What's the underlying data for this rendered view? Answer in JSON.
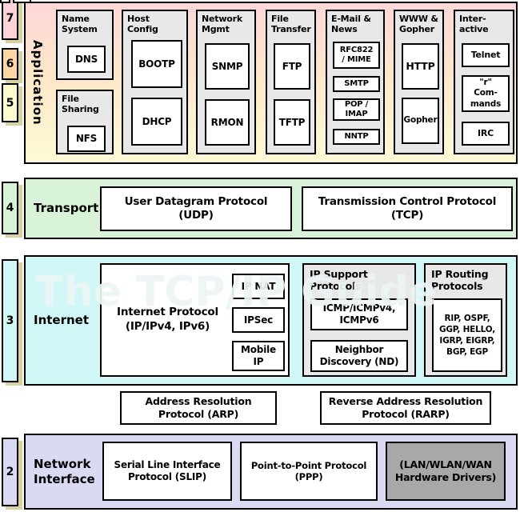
{
  "watermark": "The TCP/IP Guide",
  "badges": {
    "b7": "7",
    "b6": "6",
    "b5": "5",
    "b4": "4",
    "b3": "3",
    "b2": "2"
  },
  "application": {
    "label": "Application",
    "groups": {
      "name_system": {
        "title": "Name\nSystem",
        "dns": "DNS"
      },
      "file_sharing": {
        "title": "File\nSharing",
        "nfs": "NFS"
      },
      "host_config": {
        "title": "Host\nConfig",
        "bootp": "BOOTP",
        "dhcp": "DHCP"
      },
      "network_mgmt": {
        "title": "Network\nMgmt",
        "snmp": "SNMP",
        "rmon": "RMON"
      },
      "file_transfer": {
        "title": "File\nTransfer",
        "ftp": "FTP",
        "tftp": "TFTP"
      },
      "email_news": {
        "title": "E-Mail &\nNews",
        "rfc822": "RFC822\n/ MIME",
        "smtp": "SMTP",
        "pop_imap": "POP /\nIMAP",
        "nntp": "NNTP"
      },
      "www_gopher": {
        "title": "WWW &\nGopher",
        "http": "HTTP",
        "gopher": "Gopher"
      },
      "interactive": {
        "title": "Inter-\nactive",
        "telnet": "Telnet",
        "r_commands": "\"r\"\nCom-\nmands",
        "irc": "IRC"
      }
    }
  },
  "transport": {
    "label": "Transport",
    "udp": "User Datagram Protocol\n(UDP)",
    "tcp": "Transmission Control Protocol\n(TCP)"
  },
  "internet": {
    "label": "Internet",
    "ip": {
      "title": "Internet Protocol\n(IP/IPv4, IPv6)",
      "ip_nat": "IP NAT",
      "ipsec": "IPSec",
      "mobile_ip": "Mobile\nIP"
    },
    "ip_support": {
      "title": "IP Support\nProtocols",
      "icmp": "ICMP/ICMPv4,\nICMPv6",
      "nd": "Neighbor\nDiscovery (ND)"
    },
    "ip_routing": {
      "title": "IP Routing\nProtocols",
      "list": "RIP, OSPF,\nGGP, HELLO,\nIGRP, EIGRP,\nBGP, EGP"
    }
  },
  "resolution": {
    "arp": "Address Resolution\nProtocol (ARP)",
    "rarp": "Reverse Address Resolution\nProtocol (RARP)"
  },
  "network_interface": {
    "label": "Network\nInterface",
    "slip": "Serial Line Interface\nProtocol (SLIP)",
    "ppp": "Point-to-Point Protocol\n(PPP)",
    "hardware": "(LAN/WLAN/WAN\nHardware Drivers)"
  },
  "colors": {
    "layer7_pink": "#fcd3d6",
    "layer6_peach": "#fcd8a6",
    "layer5_cream": "#fdfbd0",
    "transport_green": "#d8f3d8",
    "internet_cyan": "#d2f7f7",
    "netif_lavender": "#dadaf2",
    "group_gray": "#e8e8e8",
    "hardware_gray": "#a8a8a8",
    "badge_shadow_tan": "#d8d1a3",
    "app_gradient_top": "#fcd7d8",
    "app_gradient_bottom": "#fdfad6"
  }
}
